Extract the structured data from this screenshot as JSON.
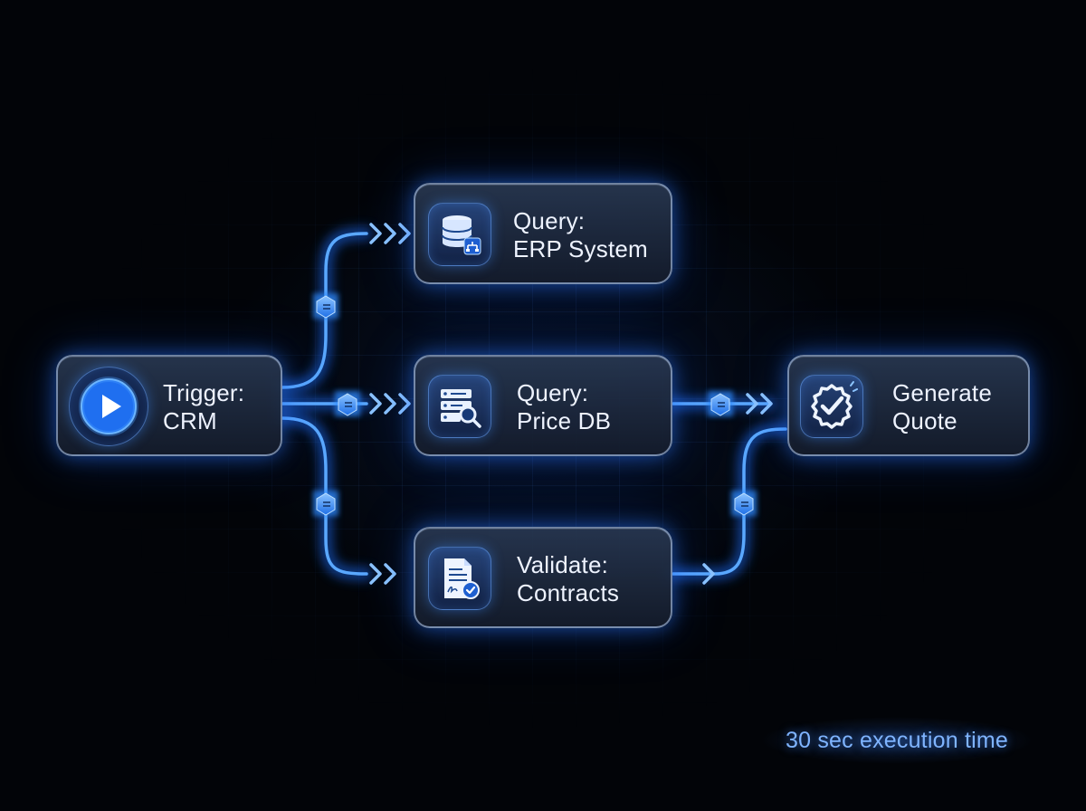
{
  "colors": {
    "background": "#020408",
    "accent": "#2f8bff",
    "connector_glow": "#1f6fff",
    "node_border": "#c8dcff",
    "label_text": "#eef3ff",
    "note_text": "#7fb4ff"
  },
  "nodes": {
    "trigger": {
      "icon": "play-icon",
      "line1": "Trigger:",
      "line2": "CRM"
    },
    "erp": {
      "icon": "database-icon",
      "line1": "Query:",
      "line2": "ERP System"
    },
    "price": {
      "icon": "server-search-icon",
      "line1": "Query:",
      "line2": "Price DB"
    },
    "contracts": {
      "icon": "signed-document-icon",
      "line1": "Validate:",
      "line2": "Contracts"
    },
    "quote": {
      "icon": "badge-check-icon",
      "line1": "Generate",
      "line2": "Quote"
    }
  },
  "edges": [
    {
      "from": "trigger",
      "to": "erp"
    },
    {
      "from": "trigger",
      "to": "price"
    },
    {
      "from": "trigger",
      "to": "contracts"
    },
    {
      "from": "price",
      "to": "quote"
    },
    {
      "from": "contracts",
      "to": "quote"
    }
  ],
  "note": "30 sec execution time"
}
